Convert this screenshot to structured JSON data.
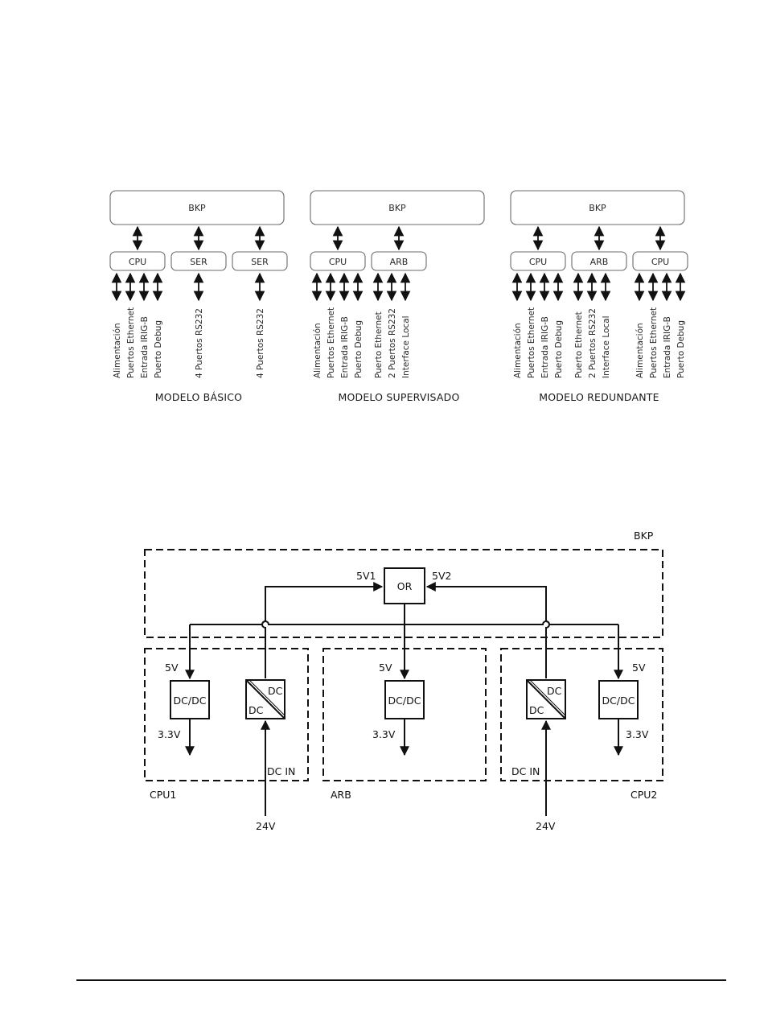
{
  "diagram1": {
    "models": [
      {
        "caption": "MODELO BÁSICO",
        "bkp": "BKP",
        "modules": [
          {
            "label": "CPU",
            "signals": [
              "Alimentación",
              "Puertos Ethernet",
              "Entrada IRIG-B",
              "Puerto Debug"
            ]
          },
          {
            "label": "SER",
            "signals": [
              "4 Puertos RS232"
            ]
          },
          {
            "label": "SER",
            "signals": [
              "4 Puertos RS232"
            ]
          }
        ]
      },
      {
        "caption": "MODELO SUPERVISADO",
        "bkp": "BKP",
        "modules": [
          {
            "label": "CPU",
            "signals": [
              "Alimentación",
              "Puertos Ethernet",
              "Entrada IRIG-B",
              "Puerto Debug"
            ]
          },
          {
            "label": "ARB",
            "signals": [
              "Puerto Ethernet",
              "2 Puertos RS232",
              "Interface Local"
            ]
          }
        ]
      },
      {
        "caption": "MODELO REDUNDANTE",
        "bkp": "BKP",
        "modules": [
          {
            "label": "CPU",
            "signals": [
              "Alimentación",
              "Puertos Ethernet",
              "Entrada IRIG-B",
              "Puerto Debug"
            ]
          },
          {
            "label": "ARB",
            "signals": [
              "Puerto Ethernet",
              "2 Puertos RS232",
              "Interface Local"
            ]
          },
          {
            "label": "CPU",
            "signals": [
              "Alimentación",
              "Puertos Ethernet",
              "Entrada IRIG-B",
              "Puerto Debug"
            ]
          }
        ]
      }
    ]
  },
  "diagram2": {
    "bkp_label": "BKP",
    "or_label": "OR",
    "v1_label": "5V1",
    "v2_label": "5V2",
    "cpu1_label": "CPU1",
    "arb_label": "ARB",
    "cpu2_label": "CPU2",
    "five_v": "5V",
    "three_v": "3.3V",
    "dcdc": "DC/DC",
    "dc": "DC",
    "dc_in": "DC IN",
    "input_v": "24V"
  }
}
